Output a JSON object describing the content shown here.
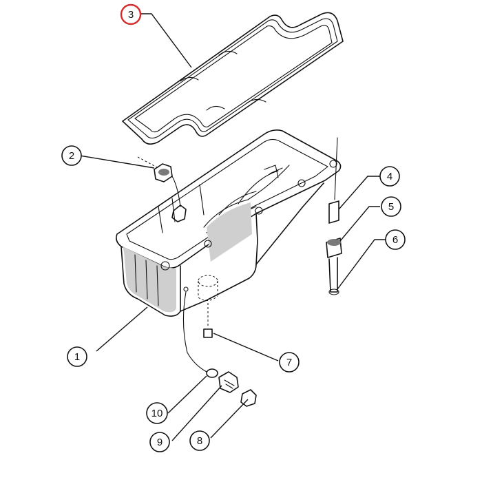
{
  "callouts": [
    {
      "label": "1"
    },
    {
      "label": "2"
    },
    {
      "label": "3"
    },
    {
      "label": "4"
    },
    {
      "label": "5"
    },
    {
      "label": "6"
    },
    {
      "label": "7"
    },
    {
      "label": "8"
    },
    {
      "label": "9"
    },
    {
      "label": "10"
    }
  ],
  "colors": {
    "line": "#111111",
    "highlight": "#d62b2b",
    "shade": "#cfcfcf"
  }
}
